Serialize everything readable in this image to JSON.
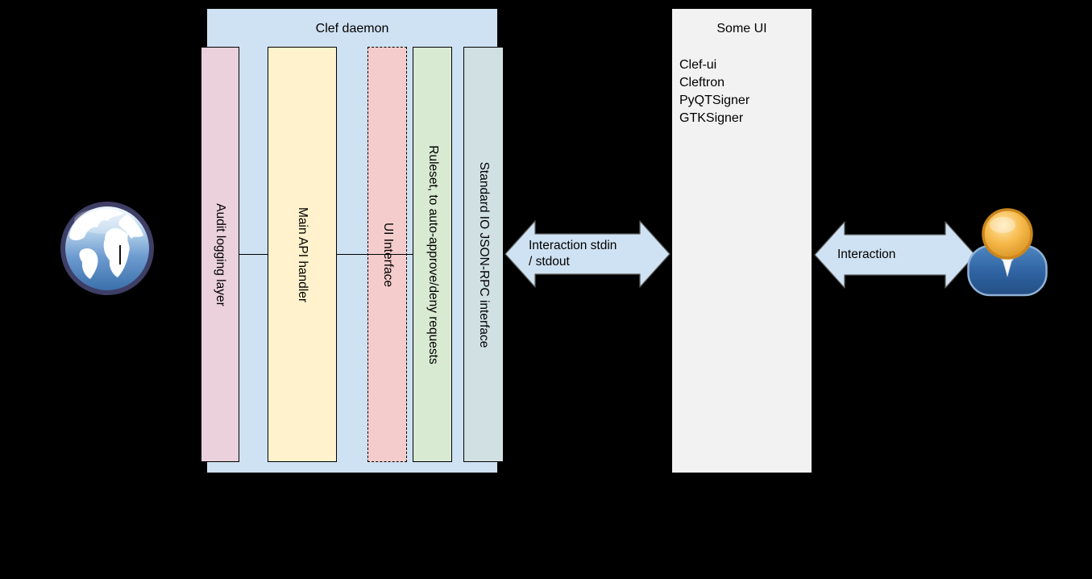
{
  "clef_daemon": {
    "title": "Clef daemon",
    "fill": "#cfe2f3",
    "bars": [
      {
        "label": "Audit logging layer",
        "fill": "#ead1dc",
        "border": "solid"
      },
      {
        "label": "Main API handler",
        "fill": "#fff2cc",
        "border": "solid"
      },
      {
        "label": "UI Interface",
        "fill": "#f4cccc",
        "border": "dashed"
      },
      {
        "label": "Ruleset, to auto-approve/deny requests",
        "fill": "#d9ead3",
        "border": "solid"
      },
      {
        "label": "Standard IO JSON-RPC interface",
        "fill": "#d0e0e3",
        "border": "solid"
      }
    ]
  },
  "some_ui": {
    "title": "Some UI",
    "fill": "#f2f2f2",
    "items": [
      "Clef-ui",
      "Cleftron",
      "PyQTSigner",
      "GTKSigner"
    ]
  },
  "arrows": {
    "stdio": {
      "line1": "Interaction stdin",
      "line2": "/ stdout",
      "fill": "#cfe2f3"
    },
    "user": {
      "line1": "Interaction",
      "fill": "#cfe2f3"
    }
  },
  "icons": {
    "left": "globe-icon",
    "right": "user-icon"
  },
  "palette": {
    "background": "#000000",
    "box_border": "#000000",
    "arrow_border": "#5a5a5a",
    "daemon_fill": "#cfe2f3",
    "some_ui_fill": "#f2f2f2",
    "globe_blue": "#4f86c6",
    "user_body_blue": "#2e62a1",
    "user_head_gold": "#f2a93b"
  }
}
